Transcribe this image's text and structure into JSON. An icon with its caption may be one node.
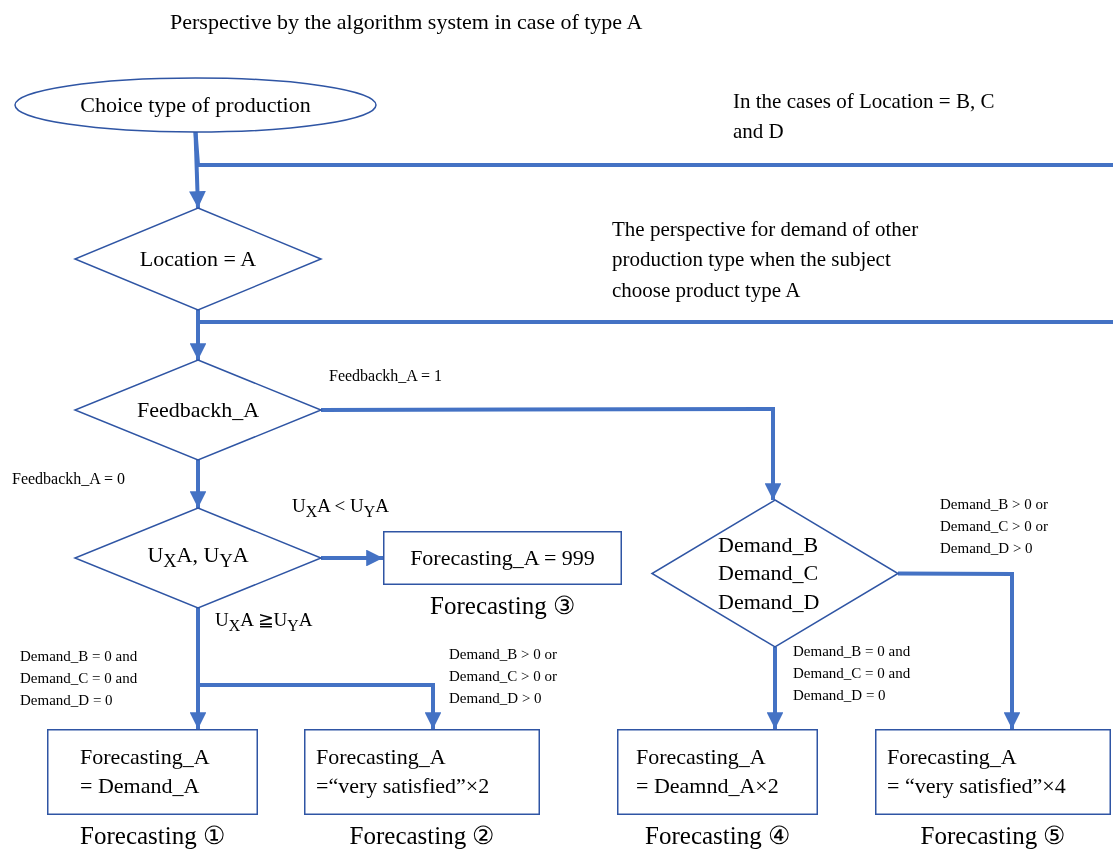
{
  "diagram": {
    "title": "Perspective by the algorithm system in case of type A",
    "nodes": [
      {
        "text": [
          "Choice type of production"
        ]
      },
      {
        "text": [
          "Location = A"
        ]
      },
      {
        "text": [
          "Feedbackh_A"
        ]
      },
      {
        "text": [
          "U$_{X}$A, U$_{Y}$A"
        ]
      },
      {
        "text": [
          "Forecasting_A = 999"
        ],
        "beside": [
          "Forecasting ③"
        ]
      },
      {
        "text": [
          "Demand_B",
          "Demand_C",
          "Demand_D"
        ]
      },
      {
        "text": [
          "Forecasting_A",
          "= Demand_A"
        ],
        "beside": [
          "Forecasting ①"
        ]
      },
      {
        "text": [
          "Forecasting_A",
          "=“very satisfied”×2"
        ],
        "beside": [
          "Forecasting ②"
        ]
      },
      {
        "text": [
          "Forecasting_A",
          "= Deamnd_A×2"
        ],
        "beside": [
          "Forecasting ④"
        ]
      },
      {
        "text": [
          "Forecasting_A",
          "= “very satisfied”×4"
        ],
        "beside": [
          "Forecasting ⑤"
        ]
      }
    ],
    "edges": [
      {
        "from": 0,
        "to": 1,
        "arrow": "to"
      },
      {
        "from": 0,
        "to": null,
        "arrow": "none",
        "label": "In the cases of Location = B, C and D"
      },
      {
        "from": 1,
        "to": 2,
        "arrow": "to"
      },
      {
        "from": 1,
        "to": null,
        "arrow": "none",
        "label": "The perspective for demand of other production type when the subject choose product type A"
      },
      {
        "from": 2,
        "to": 5,
        "arrow": "to",
        "label": "Feedbackh_A = 1"
      },
      {
        "from": 2,
        "to": 3,
        "arrow": "to",
        "label": "Feedbackh_A = 0"
      },
      {
        "from": 3,
        "to": 4,
        "arrow": "to",
        "label": "U$_{X}$A < U$_{Y}$A"
      },
      {
        "from": 3,
        "to": 6,
        "arrow": "to",
        "label": "Demand_B = 0 and Demand_C = 0 and Demand_D = 0"
      },
      {
        "from": 3,
        "to": 7,
        "arrow": "to",
        "label": "Demand_B > 0 or Demand_C > 0 or Demand_D > 0"
      },
      {
        "from": 5,
        "to": 8,
        "arrow": "to",
        "label": "Demand_B = 0 and Demand_C = 0 and Demand_D = 0"
      },
      {
        "from": 5,
        "to": 9,
        "arrow": "to",
        "label": "Demand_B > 0 or Demand_C > 0 or Demand_D > 0"
      }
    ],
    "labels": [
      "U$_{X}$A ≧U$_{Y}$A"
    ]
  }
}
